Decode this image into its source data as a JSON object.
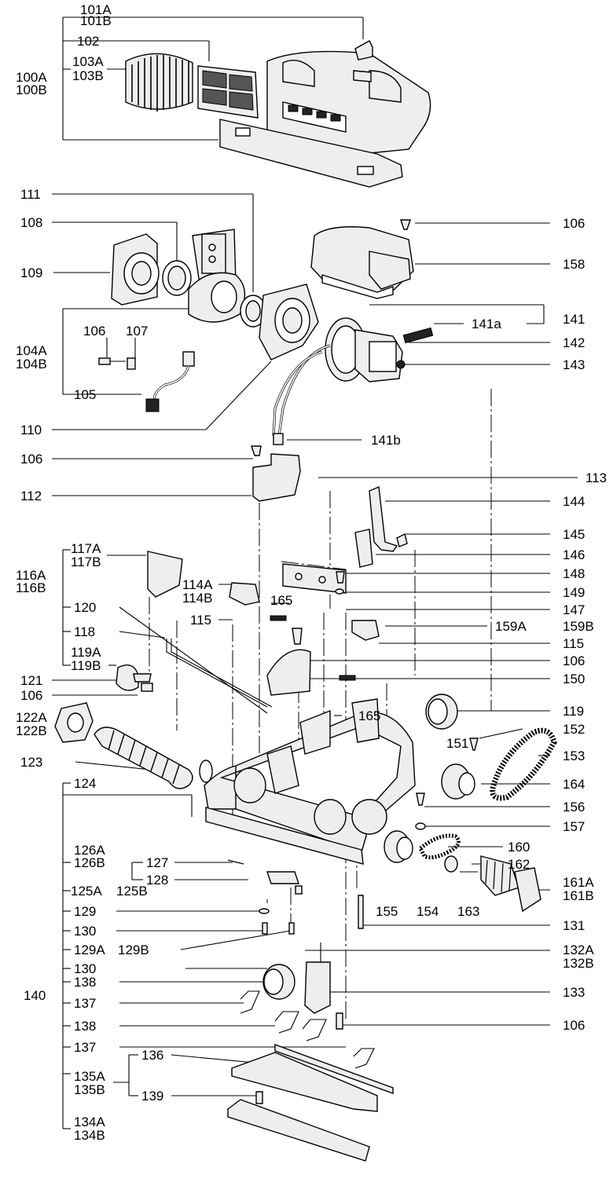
{
  "labels": [
    "101A",
    "101B",
    "102",
    "103A",
    "103B",
    "100A",
    "100B",
    "111",
    "108",
    "109",
    "106",
    "158",
    "141",
    "141a",
    "142",
    "143",
    "106",
    "107",
    "104A",
    "104B",
    "105",
    "110",
    "141b",
    "106",
    "113",
    "112",
    "144",
    "145",
    "146",
    "148",
    "149",
    "147",
    "117A",
    "117B",
    "116A",
    "116B",
    "114A",
    "114B",
    "115",
    "120",
    "118",
    "159A",
    "159B",
    "115",
    "165",
    "106",
    "119A",
    "119B",
    "150",
    "121",
    "106",
    "165",
    "119",
    "152",
    "122A",
    "122B",
    "151",
    "153",
    "123",
    "124",
    "164",
    "156",
    "157",
    "126A",
    "126B",
    "127",
    "128",
    "160",
    "162",
    "125A",
    "125B",
    "161A",
    "161B",
    "129",
    "155",
    "154",
    "163",
    "130",
    "131",
    "129A",
    "129B",
    "130",
    "132A",
    "132B",
    "138",
    "133",
    "140",
    "137",
    "138",
    "106",
    "137",
    "136",
    "135A",
    "135B",
    "139",
    "134A",
    "134B"
  ]
}
